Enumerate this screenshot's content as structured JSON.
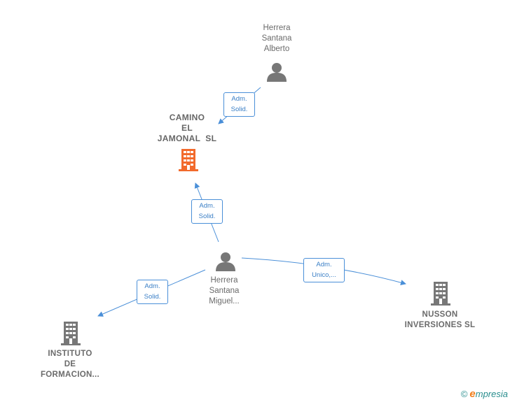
{
  "nodes": {
    "herrera_alberto": {
      "lines": [
        "Herrera",
        "Santana",
        "Alberto"
      ],
      "type": "person"
    },
    "camino_jamonal": {
      "lines": [
        "CAMINO",
        "EL",
        "JAMONAL  SL"
      ],
      "type": "company-focus"
    },
    "herrera_miguel": {
      "lines": [
        "Herrera",
        "Santana",
        "Miguel..."
      ],
      "type": "person"
    },
    "nusson": {
      "lines": [
        "NUSSON",
        "INVERSIONES SL"
      ],
      "type": "company"
    },
    "instituto": {
      "lines": [
        "INSTITUTO",
        "DE",
        "FORMACION..."
      ],
      "type": "company"
    }
  },
  "edges": [
    {
      "lines": [
        "Adm.",
        "Solid."
      ]
    },
    {
      "lines": [
        "Adm.",
        "Solid."
      ]
    },
    {
      "lines": [
        "Adm.",
        "Unico,..."
      ]
    },
    {
      "lines": [
        "Adm.",
        "Solid."
      ]
    }
  ],
  "colors": {
    "edge": "#4a8fd8",
    "person_icon": "#777777",
    "company_icon": "#777777",
    "focus_icon": "#f26a2c"
  },
  "footer": {
    "copyright_symbol": "©",
    "brand_initial": "e",
    "brand_rest": "mpresia"
  }
}
